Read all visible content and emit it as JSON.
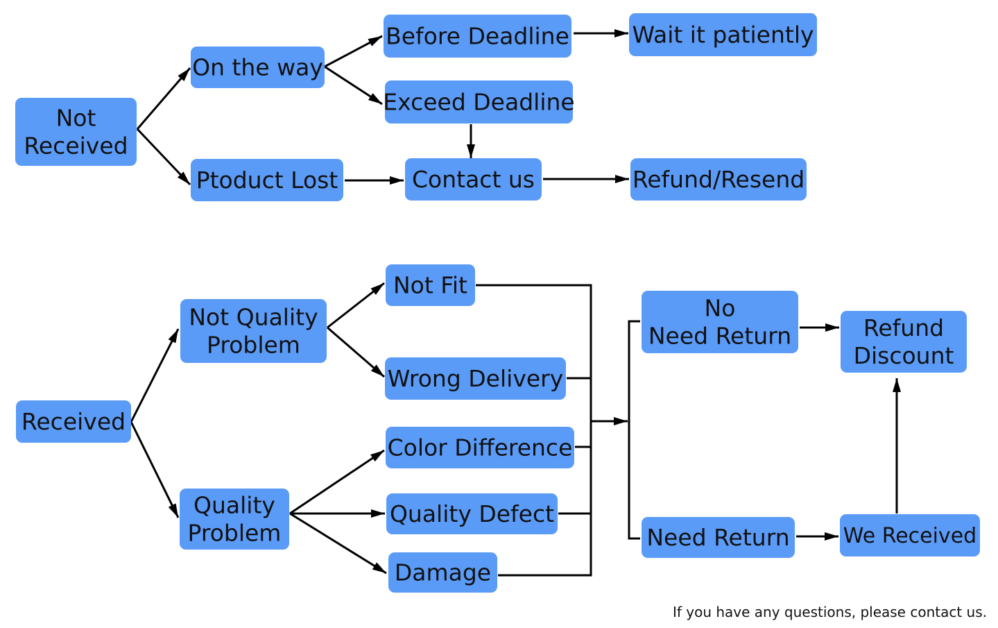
{
  "colors": {
    "box_fill": "#5b9bf8",
    "line": "#000000",
    "text": "#111111",
    "background": "#ffffff"
  },
  "nodes": {
    "not_received": {
      "lines": [
        "Not",
        "Received"
      ]
    },
    "on_the_way": {
      "lines": [
        "On the way"
      ]
    },
    "before_deadline": {
      "lines": [
        "Before Deadline"
      ]
    },
    "wait_patiently": {
      "lines": [
        "Wait it patiently"
      ]
    },
    "exceed_deadline": {
      "lines": [
        "Exceed Deadline"
      ]
    },
    "product_lost": {
      "lines": [
        "Ptoduct Lost"
      ]
    },
    "contact_us": {
      "lines": [
        "Contact us"
      ]
    },
    "refund_resend": {
      "lines": [
        "Refund/Resend"
      ]
    },
    "received": {
      "lines": [
        "Received"
      ]
    },
    "not_quality": {
      "lines": [
        "Not Quality",
        "Problem"
      ]
    },
    "quality": {
      "lines": [
        "Quality",
        "Problem"
      ]
    },
    "not_fit": {
      "lines": [
        "Not Fit"
      ]
    },
    "wrong_delivery": {
      "lines": [
        "Wrong Delivery"
      ]
    },
    "color_difference": {
      "lines": [
        "Color Difference"
      ]
    },
    "quality_defect": {
      "lines": [
        "Quality Defect"
      ]
    },
    "damage": {
      "lines": [
        "Damage"
      ]
    },
    "no_need_return": {
      "lines": [
        "No",
        "Need Return"
      ]
    },
    "need_return": {
      "lines": [
        "Need Return"
      ]
    },
    "refund_discount": {
      "lines": [
        "Refund",
        "Discount"
      ]
    },
    "we_received": {
      "lines": [
        "We Received"
      ]
    }
  },
  "footnote": "If you have any questions, please contact us."
}
